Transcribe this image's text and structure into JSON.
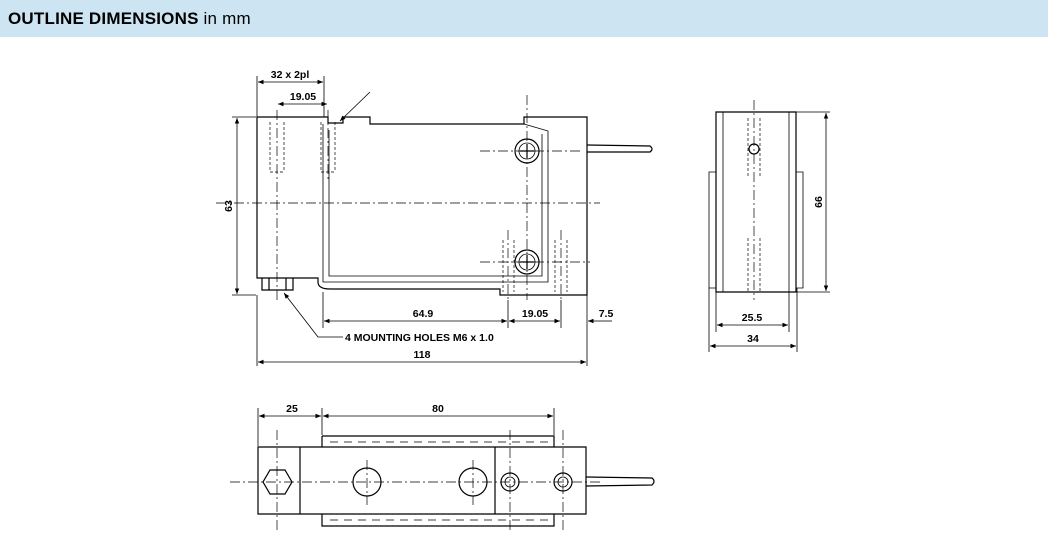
{
  "header": {
    "title_bold": "OUTLINE DIMENSIONS",
    "title_unit": "in mm",
    "background_color": "#cde4f3"
  },
  "front_view": {
    "dim_top": "32 x 2pl",
    "dim_hole_spacing": "19.05",
    "dim_height": "63",
    "dim_bottom_left": "64.9",
    "dim_bottom_mid": "19.05",
    "dim_bottom_right": "7.5",
    "mounting_note": "4 MOUNTING HOLES M6 x 1.0",
    "dim_total_length": "118"
  },
  "side_view": {
    "dim_height": "66",
    "dim_inner_width": "25.5",
    "dim_outer_width": "34"
  },
  "top_view": {
    "dim_left": "25",
    "dim_span": "80"
  }
}
